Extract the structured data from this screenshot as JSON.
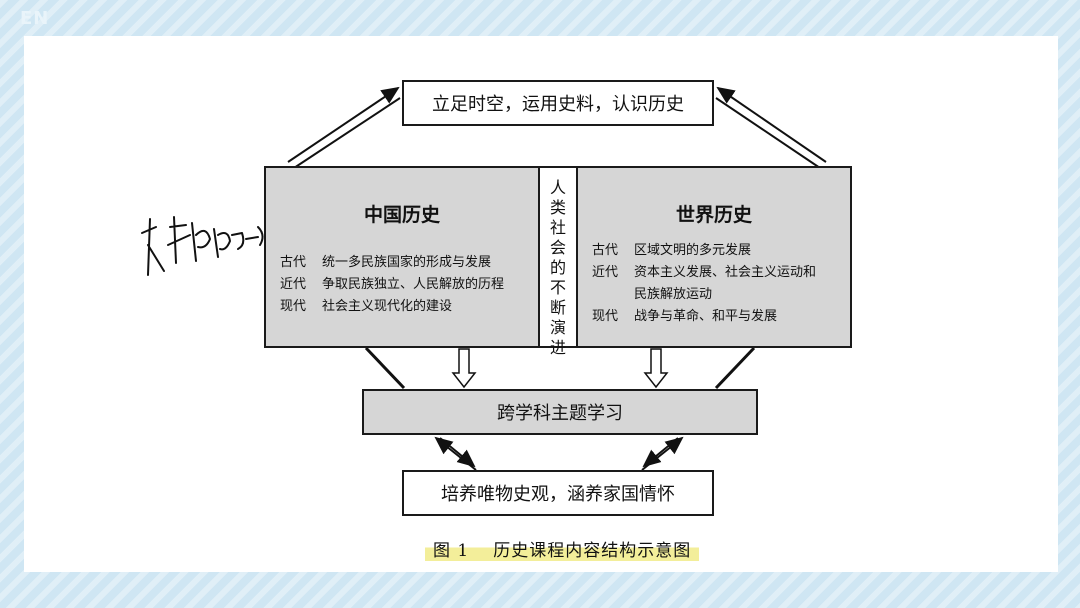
{
  "watermark": "EN",
  "top": "立足时空，运用史料，认识历史",
  "bottom": "培养唯物史观，涵养家国情怀",
  "middle": "跨学科主题学习",
  "center_vertical": [
    "人",
    "类",
    "社",
    "会",
    "的",
    "不",
    "断",
    "演",
    "进"
  ],
  "china": {
    "title": "中国历史",
    "rows": [
      {
        "period": "古代",
        "text": "统一多民族国家的形成与发展"
      },
      {
        "period": "近代",
        "text": "争取民族独立、人民解放的历程"
      },
      {
        "period": "现代",
        "text": "社会主义现代化的建设"
      }
    ]
  },
  "world": {
    "title": "世界历史",
    "rows": [
      {
        "period": "古代",
        "text": "区域文明的多元发展"
      },
      {
        "period": "近代",
        "text": "资本主义发展、社会主义运动和"
      },
      {
        "period": "",
        "text": "民族解放运动"
      },
      {
        "period": "现代",
        "text": "战争与革命、和平与发展"
      }
    ]
  },
  "caption": {
    "number": "图 1",
    "title": "历史课程内容结构示意图"
  },
  "colors": {
    "panel_fill": "#d6d6d6",
    "highlight": "#f3ee9a",
    "background": "#cfe6f3"
  }
}
